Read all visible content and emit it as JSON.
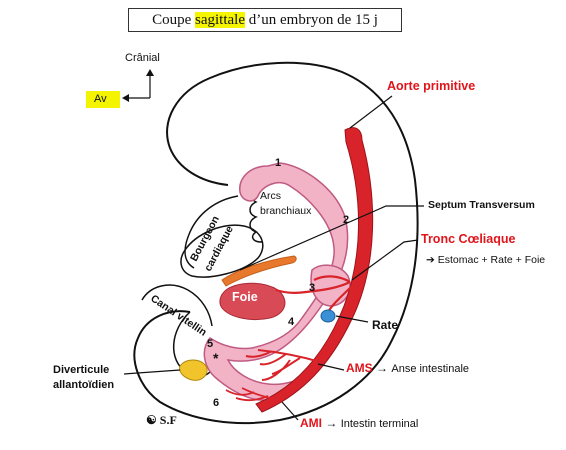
{
  "title": {
    "prefix": "Coupe ",
    "highlight": "sagittale",
    "suffix": " d’un embryon de 15 j"
  },
  "orientation": {
    "cranial": "Crânial",
    "anterior": "Av"
  },
  "labels": {
    "aorte": "Aorte primitive",
    "arcs": "Arcs",
    "branchiaux": "branchiaux",
    "septum": "Septum Transversum",
    "tronc": "Tronc Cœliaque",
    "tronc_targets": "Estomac + Rate + Foie",
    "bourgeon": "Bourgeon",
    "cardiaque": "cardiaque",
    "foie": "Foie",
    "rate": "Rate",
    "canal": "Canal vitellin",
    "ams": "AMS",
    "ams_target": "Anse intestinale",
    "diverticule": "Diverticule",
    "allantoidien": "allantoïdien",
    "ami": "AMI",
    "ami_target": "Intestin terminal",
    "signature": "S.F",
    "arrow": "→",
    "arrow_small": "➔",
    "asterisk": "*"
  },
  "numbers": [
    "1",
    "2",
    "3",
    "4",
    "5",
    "6"
  ],
  "colors": {
    "aorta": "#d8232a",
    "gut": "#f2b3c7",
    "gut_outline": "#c05a82",
    "liver": "#d84a55",
    "heart": "#e8782c",
    "spleen": "#3b8fd4",
    "allantois": "#f2c42c",
    "label_red": "#e0151b"
  }
}
